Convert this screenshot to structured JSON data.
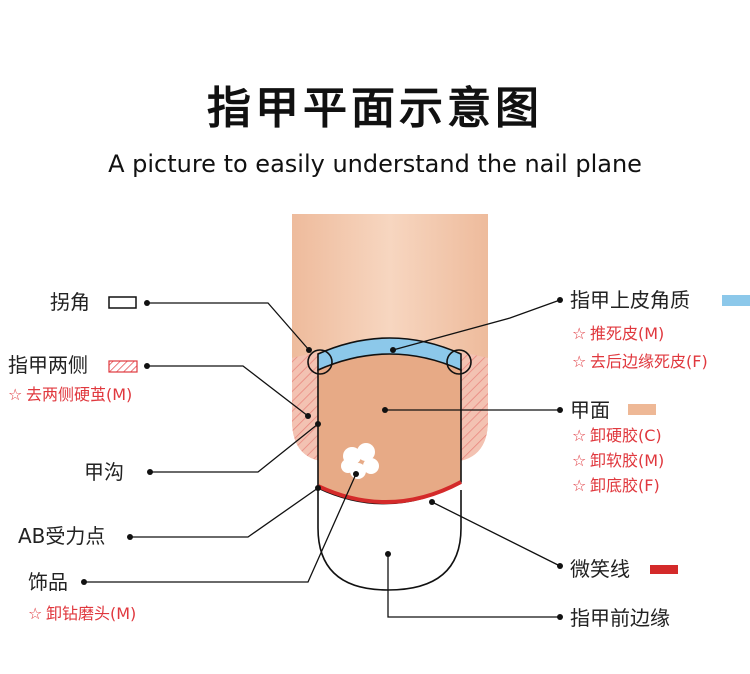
{
  "title": "指甲平面示意图",
  "subtitle": "A picture to easily understand the nail plane",
  "colors": {
    "finger": "#f3c8ad",
    "nail": "#e7aa86",
    "cuticle": "#8cc8ea",
    "smile_line": "#d42a2a",
    "accent_text": "#e0383e",
    "side_hatch": "#e9877f"
  },
  "labels_left": {
    "corner": "拐角",
    "sides": "指甲两侧",
    "sides_tip": "去两侧硬茧(M)",
    "groove": "甲沟",
    "stress_point": "AB受力点",
    "decoration": "饰品",
    "decoration_tip": "卸钻磨头(M)"
  },
  "labels_right": {
    "cuticle": "指甲上皮角质",
    "cuticle_tips": [
      "推死皮(M)",
      "去后边缘死皮(F)"
    ],
    "nail_plate": "甲面",
    "nail_plate_tips": [
      "卸硬胶(C)",
      "卸软胶(M)",
      "卸底胶(F)"
    ],
    "smile_line": "微笑线",
    "free_edge": "指甲前边缘"
  },
  "star_glyph": "☆"
}
